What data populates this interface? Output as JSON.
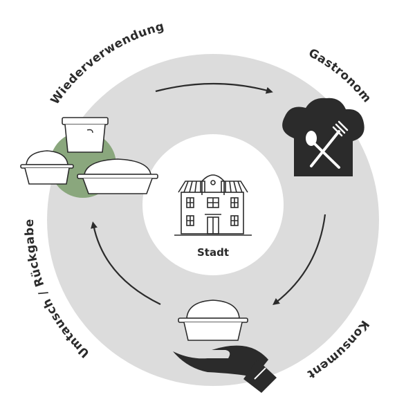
{
  "diagram": {
    "center_label": "Stadt",
    "stages": [
      {
        "label": "Gastronom",
        "icon": "chef-hat-icon"
      },
      {
        "label": "Konsument",
        "icon": "hand-with-box-icon"
      },
      {
        "label": "Umtausch / Rückgabe",
        "icon": "cycle-arrow-icon"
      },
      {
        "label": "Wiederverwendung",
        "icon": "container-stack-icon"
      }
    ],
    "colors": {
      "ring": "#dcdcdc",
      "accent_green": "#8aa77d",
      "ink": "#2b2b2b"
    }
  }
}
